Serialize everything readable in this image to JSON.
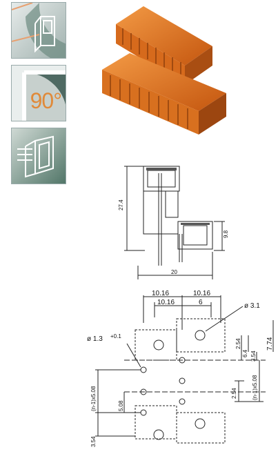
{
  "icons": {
    "tile1": "wire-entry-icon",
    "tile2_label": "90°",
    "tile3": "terminal-block-icon"
  },
  "side_view": {
    "height_dim": "27.4",
    "depth_dim": "9.8",
    "width_dim": "20"
  },
  "footprint": {
    "top_left_dim": "10.16",
    "top_right_dim": "10.16",
    "second_left_dim": "10.16",
    "second_right_dim": "6",
    "hole_large": "ø 3.1",
    "hole_small": "ø 1.3",
    "hole_small_tol": "+0.1",
    "right_dims": [
      "2.54",
      "6.4",
      "3.54",
      "7.74"
    ],
    "pitch_left": "(n-1)x5.08",
    "pitch_left_small": "5.08",
    "pitch_right": "(n-1)x5.08",
    "right_mid": "2.54",
    "bottom_left": "3.54"
  },
  "colors": {
    "connector": "#e07a25",
    "connector_dark": "#a94e12",
    "tile_bg": "#c9d3d1",
    "tile_dark": "#5e7a6f"
  }
}
